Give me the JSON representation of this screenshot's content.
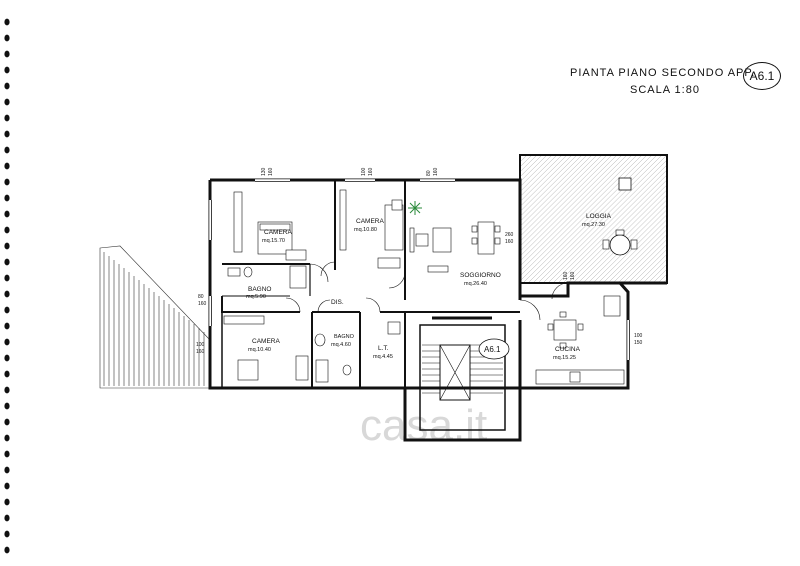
{
  "sheet": {
    "title_line1": "PIANTA PIANO SECONDO APP.",
    "title_line2": "SCALA 1:80",
    "apartment_code": "A6.1",
    "stair_code": "A6.1",
    "watermark": "casa.it"
  },
  "rooms": {
    "camera1": {
      "name": "CAMERA",
      "area": "mq.15.70"
    },
    "camera2": {
      "name": "CAMERA",
      "area": "mq.10.80"
    },
    "bagno1": {
      "name": "BAGNO",
      "area": "mq.5.90"
    },
    "dis": {
      "name": "DIS."
    },
    "camera3": {
      "name": "CAMERA",
      "area": "mq.10.40"
    },
    "bagno2": {
      "name": "BAGNO",
      "area": "mq.4.60"
    },
    "lt": {
      "name": "L.T.",
      "area": "mq.4.45"
    },
    "soggiorno": {
      "name": "SOGGIORNO",
      "area": "mq.26.40"
    },
    "loggia": {
      "name": "LOGGIA",
      "area": "mq.27.30"
    },
    "cucina": {
      "name": "CUCINA",
      "area": "mq.15.25"
    }
  },
  "dimensions": {
    "top1_a": "130",
    "top1_b": "160",
    "top2_a": "100",
    "top2_b": "160",
    "top3_a": "80",
    "top3_b": "160",
    "left1_a": "80",
    "left1_b": "160",
    "left2_a": "100",
    "left2_b": "160",
    "soggiorno_a": "260",
    "soggiorno_b": "160",
    "loggia_a": "160",
    "loggia_b": "160",
    "cucina_a": "100",
    "cucina_b": "150"
  }
}
